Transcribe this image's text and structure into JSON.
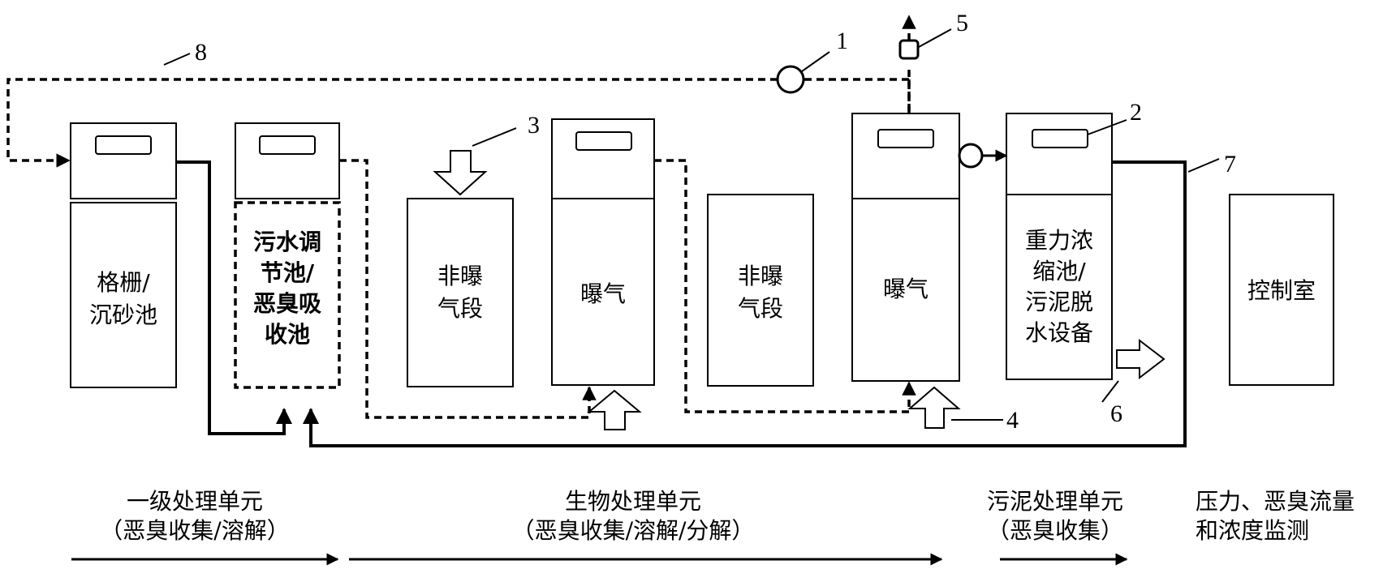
{
  "units": {
    "screen": {
      "lines": [
        "格栅/",
        "沉砂池"
      ]
    },
    "equalization": {
      "lines": [
        "污水调",
        "节池/",
        "恶臭吸",
        "收池"
      ]
    },
    "non_aeration_1": {
      "lines": [
        "非曝",
        "气段"
      ]
    },
    "aeration_1": {
      "lines": [
        "曝气"
      ]
    },
    "non_aeration_2": {
      "lines": [
        "非曝",
        "气段"
      ]
    },
    "aeration_2": {
      "lines": [
        "曝气"
      ]
    },
    "sludge": {
      "lines": [
        "重力浓",
        "缩池/",
        "污泥脱",
        "水设备"
      ]
    },
    "control": {
      "lines": [
        "控制室"
      ]
    }
  },
  "labels": [
    "1",
    "2",
    "3",
    "4",
    "5",
    "6",
    "7",
    "8"
  ],
  "stages": [
    {
      "lines": [
        "一级处理单元",
        "（恶臭收集/溶解）"
      ]
    },
    {
      "lines": [
        "生物处理单元",
        "（恶臭收集/溶解/分解）"
      ]
    },
    {
      "lines": [
        "污泥处理单元",
        "（恶臭收集）"
      ]
    },
    {
      "lines": [
        "压力、恶臭流量",
        "和浓度监测"
      ]
    }
  ]
}
